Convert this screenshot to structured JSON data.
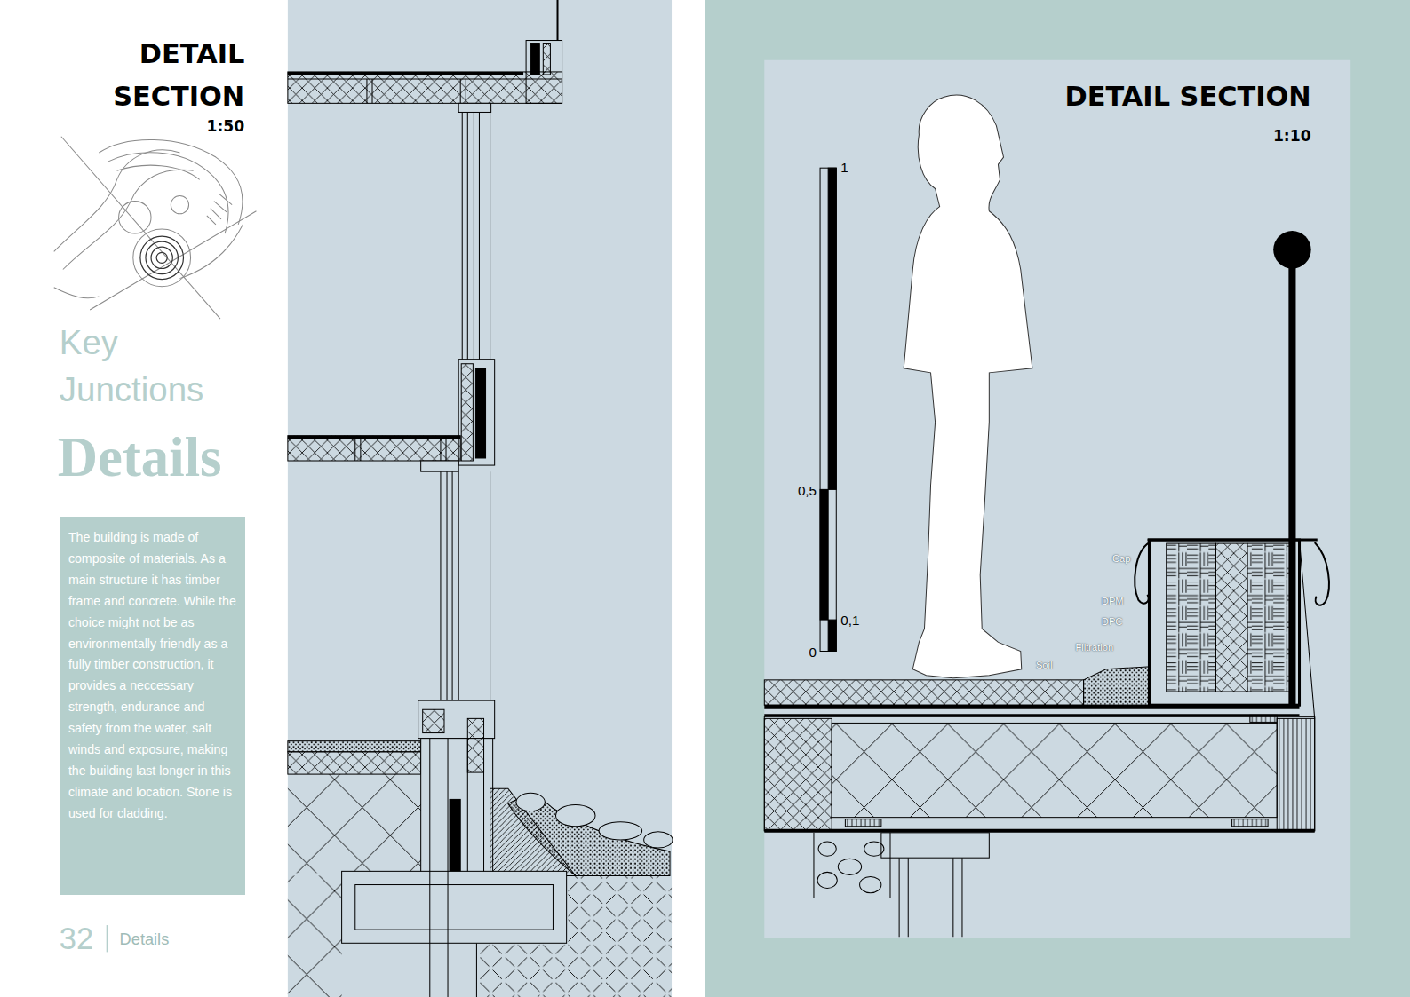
{
  "diagram": {
    "title": "DETAIL SECTION",
    "nodes": [
      {
        "text": [
          "The building is made of composite of materials. As a main structure it has timber frame and concrete. While the choice might not be as environmentally friendly as a fully timber construction, it provides a neccessary strength, endurance and safety from the water, salt winds and exposure, making the building last longer in this climate and location. Stone is used for cladding."
        ]
      }
    ],
    "labels": [
      "1:50",
      "Key Junctions",
      "Details",
      "32",
      "Details",
      "DETAIL SECTION",
      "1:10",
      "1",
      "0,5",
      "0,1",
      "0",
      "Cap",
      "DPM",
      "DPC",
      "Filtration",
      "Soil"
    ]
  }
}
